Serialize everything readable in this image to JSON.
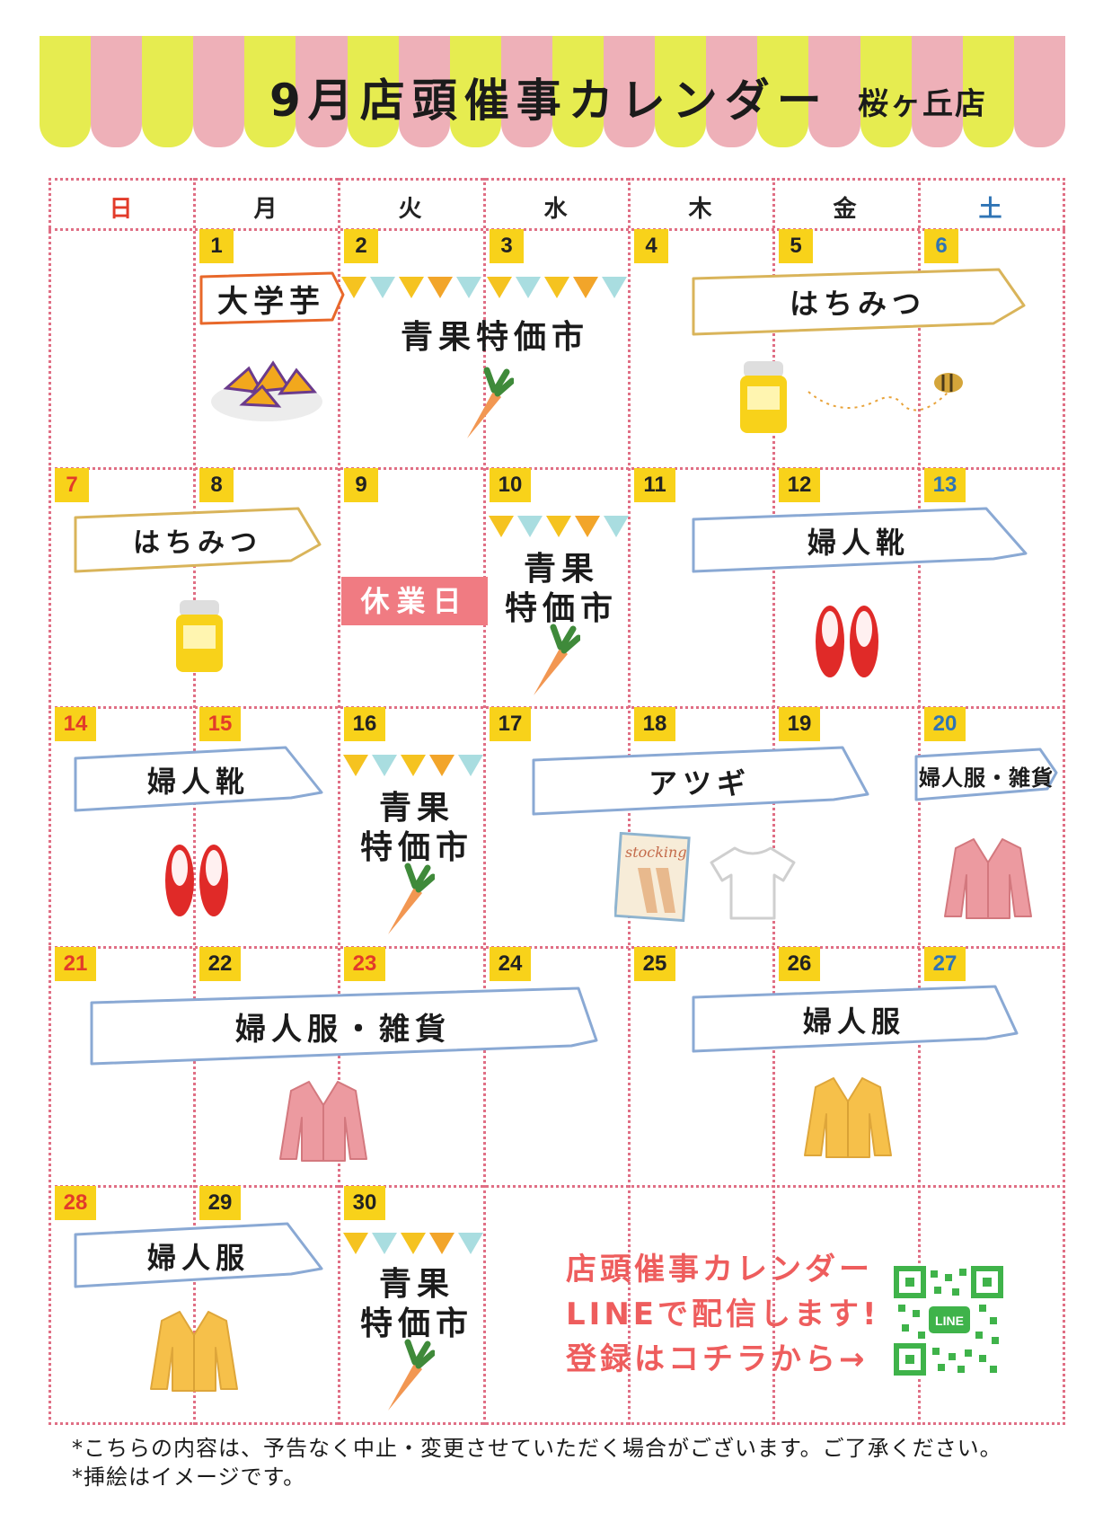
{
  "header": {
    "title": "9月店頭催事カレンダー",
    "store": "桜ヶ丘店"
  },
  "weekdays": [
    "日",
    "月",
    "火",
    "水",
    "木",
    "金",
    "土"
  ],
  "days": [
    "1",
    "2",
    "3",
    "4",
    "5",
    "6",
    "7",
    "8",
    "9",
    "10",
    "11",
    "12",
    "13",
    "14",
    "15",
    "16",
    "17",
    "18",
    "19",
    "20",
    "21",
    "22",
    "23",
    "24",
    "25",
    "26",
    "27",
    "28",
    "29",
    "30"
  ],
  "events": {
    "sweet_potato": "大学芋",
    "honey_1": "はちみつ",
    "honey_2": "はちみつ",
    "produce_fair_1": "青果特価市",
    "produce_fair_2_line1": "青果",
    "produce_fair_2_line2": "特価市",
    "closed": "休業日",
    "womens_shoes_1": "婦人靴",
    "womens_shoes_2": "婦人靴",
    "produce_fair_3_line1": "青果",
    "produce_fair_3_line2": "特価市",
    "atsugi": "アツギ",
    "womens_clothes_goods_1": "婦人服・雑貨",
    "womens_clothes_goods_2": "婦人服・雑貨",
    "womens_clothes_1": "婦人服",
    "womens_clothes_2": "婦人服",
    "produce_fair_4_line1": "青果",
    "produce_fair_4_line2": "特価市"
  },
  "illustration_text": {
    "stocking": "stocking",
    "qr": "LINE"
  },
  "promo": {
    "line1": "店頭催事カレンダー",
    "line2": "LINEで配信します!",
    "line3": "登録はコチラから→"
  },
  "notes": {
    "line1": "*こちらの内容は、予告なく中止・変更させていただく場合がございます。ご了承ください。",
    "line2": "*挿絵はイメージです。"
  },
  "colors": {
    "awning_yellow": "#e6ec50",
    "awning_pink": "#eeb0b8",
    "grid_dots": "#e06f85",
    "day_badge": "#f8d21a",
    "sunday": "#e23b2a",
    "saturday": "#2f74b5",
    "honey_ribbon": "#d9b45a",
    "blue_ribbon": "#8aa9d4",
    "sweet_potato_ribbon": "#e8682a",
    "closed_badge": "#f07b82",
    "promo_text": "#ee5d5d",
    "qr_green": "#3fb34a"
  }
}
